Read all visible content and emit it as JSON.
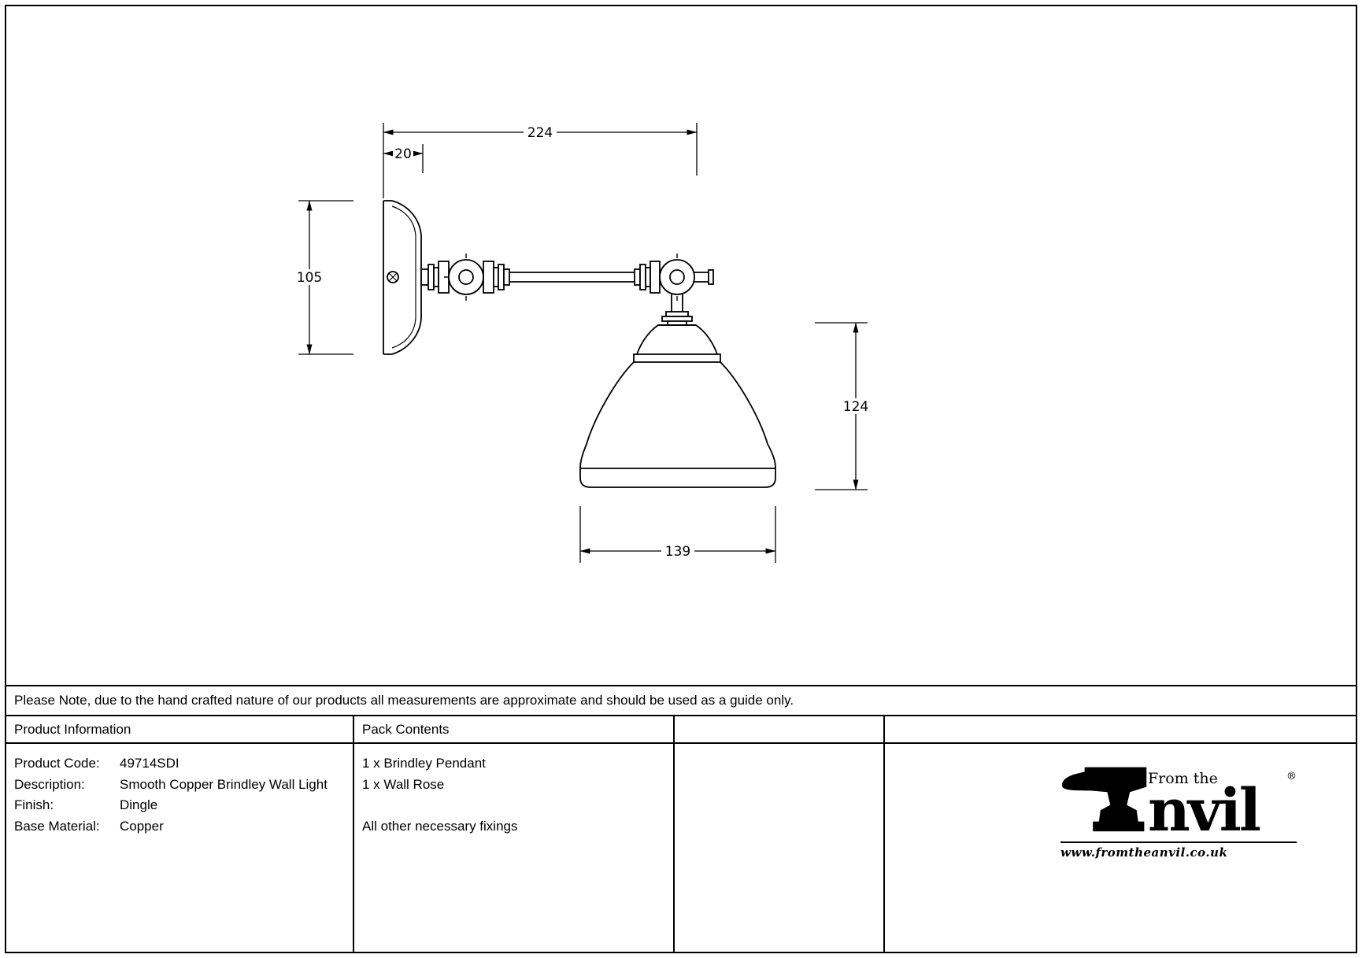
{
  "drawing": {
    "dims": {
      "arm_length": "224",
      "rose_depth": "20",
      "rose_height": "105",
      "shade_height": "124",
      "shade_width": "139"
    }
  },
  "note": "Please Note, due to the hand crafted nature of our products all measurements are approximate and should be used as a guide only.",
  "product_info": {
    "header": "Product Information",
    "rows": [
      {
        "label": "Product Code:",
        "value": "49714SDI"
      },
      {
        "label": "Description:",
        "value": "Smooth Copper Brindley Wall Light"
      },
      {
        "label": "Finish:",
        "value": "Dingle"
      },
      {
        "label": "Base Material:",
        "value": "Copper"
      }
    ]
  },
  "pack_contents": {
    "header": "Pack Contents",
    "lines": [
      "1 x Brindley Pendant",
      "1 x Wall Rose",
      "",
      "All other necessary fixings"
    ]
  },
  "logo": {
    "from_the": "From the",
    "name_rest": "nvil",
    "registered": "®",
    "url": "www.fromtheanvil.co.uk"
  }
}
